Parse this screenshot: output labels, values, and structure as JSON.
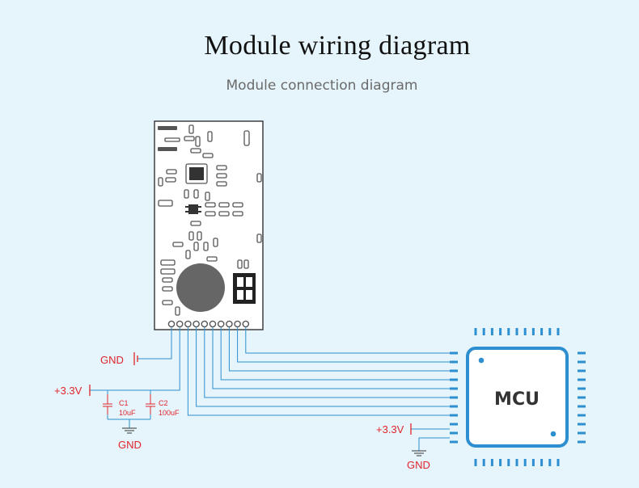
{
  "title": "Module wiring diagram",
  "subtitle": "Module connection diagram",
  "labels": {
    "gnd_module": "GND",
    "vcc_left": "+3.3V",
    "c1_name": "C1",
    "c1_value": "10uF",
    "c2_name": "C2",
    "c2_value": "100uF",
    "gnd_caps": "GND",
    "vcc_mcu": "+3.3V",
    "gnd_mcu": "GND",
    "mcu": "MCU"
  },
  "colors": {
    "wire": "#2e8fd0",
    "mcu": "#2e8fd0",
    "power_label": "#e0262c",
    "module_body": "#ffffff",
    "component": "#555555"
  }
}
